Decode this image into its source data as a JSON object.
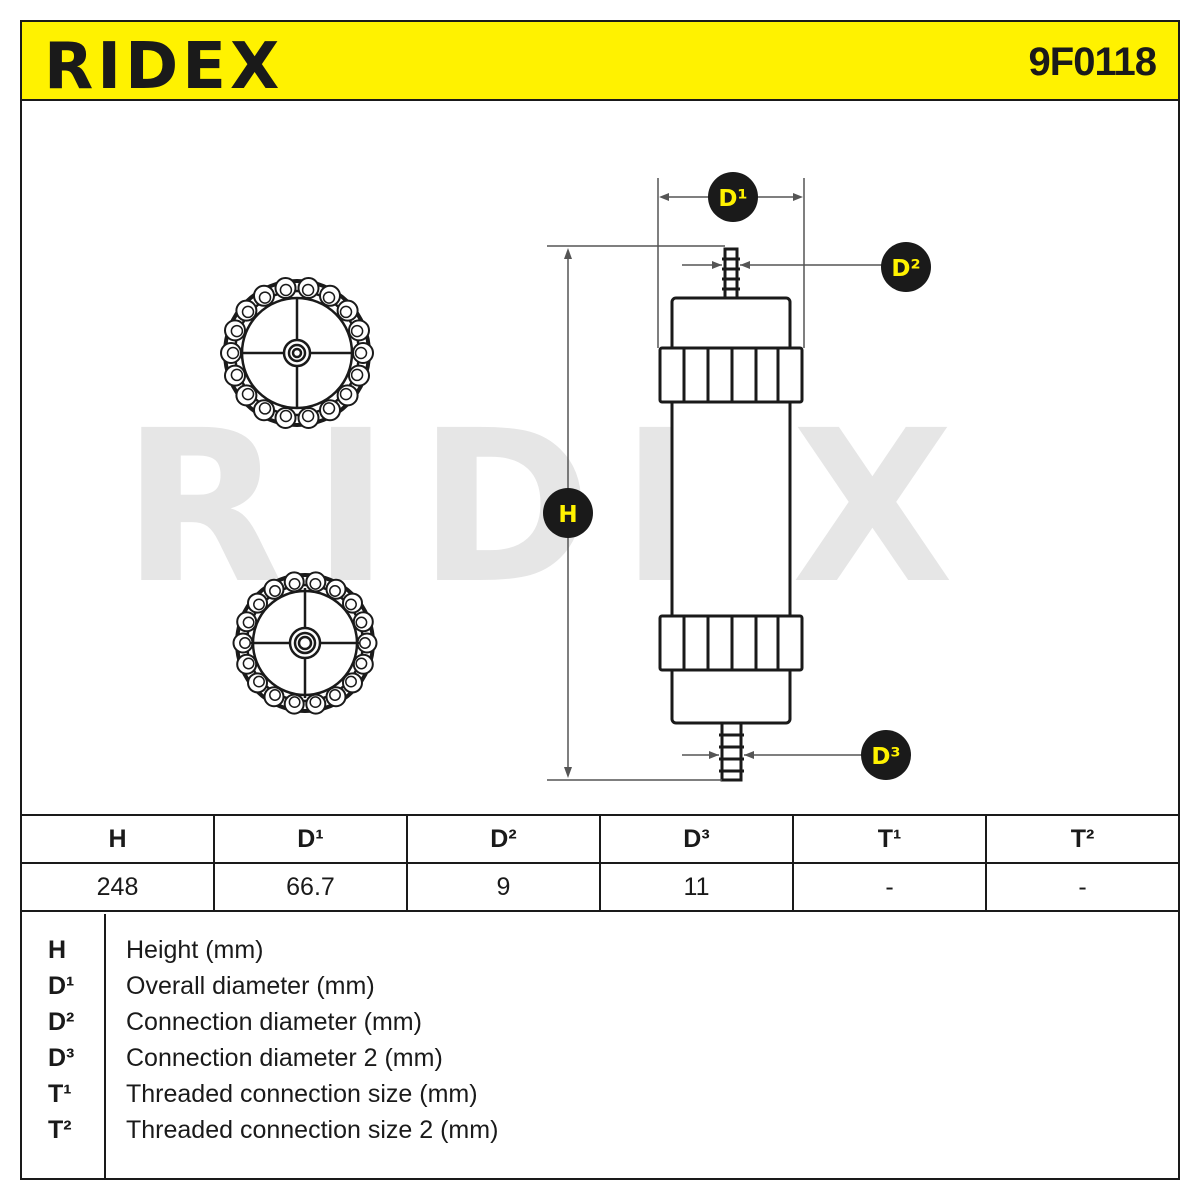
{
  "header": {
    "brand": "RIDEX",
    "part_number": "9F0118"
  },
  "diagram": {
    "watermark": "RIDEX",
    "labels": {
      "d1": "D¹",
      "d2": "D²",
      "d3": "D³",
      "h": "H"
    }
  },
  "table": {
    "headers": [
      "H",
      "D¹",
      "D²",
      "D³",
      "T¹",
      "T²"
    ],
    "values": [
      "248",
      "66.7",
      "9",
      "11",
      "-",
      "-"
    ]
  },
  "legend": [
    {
      "key": "H",
      "desc": "Height (mm)"
    },
    {
      "key": "D¹",
      "desc": "Overall diameter (mm)"
    },
    {
      "key": "D²",
      "desc": "Connection diameter (mm)"
    },
    {
      "key": "D³",
      "desc": "Connection diameter 2 (mm)"
    },
    {
      "key": "T¹",
      "desc": "Threaded connection size (mm)"
    },
    {
      "key": "T²",
      "desc": "Threaded connection size 2 (mm)"
    }
  ],
  "colors": {
    "accent": "#fff200",
    "ink": "#1a1a1a",
    "watermark": "#e6e6e6"
  }
}
